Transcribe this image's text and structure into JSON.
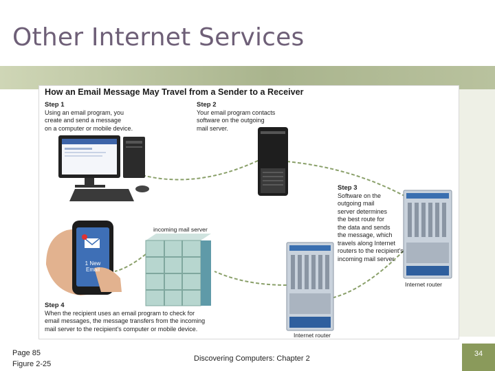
{
  "slide": {
    "title": "Other Internet Services",
    "page_ref": "Page 85",
    "figure_ref": "Figure 2-25",
    "footer": "Discovering Computers: Chapter 2",
    "page_number": "34"
  },
  "figure": {
    "title": "How an Email Message May Travel from a Sender to a Receiver",
    "steps": [
      {
        "label": "Step 1",
        "text": [
          "Using an email program, you",
          "create and send a message",
          "on a computer or mobile device."
        ]
      },
      {
        "label": "Step 2",
        "text": [
          "Your email program contacts",
          "software on the outgoing",
          "mail server."
        ]
      },
      {
        "label": "Step 3",
        "text": [
          "Software on the",
          "outgoing mail",
          "server determines",
          "the best route for",
          "the data and sends",
          "the message, which",
          "travels along Internet",
          "routers to the recipient's",
          "incoming mail server."
        ]
      },
      {
        "label": "Step 4",
        "text": [
          "When the recipient uses an email program to check for",
          "email messages, the message transfers from the incoming",
          "mail server to the recipient's computer or mobile device."
        ]
      }
    ],
    "labels": {
      "incoming_server": "incoming mail server",
      "router_right": "Internet router",
      "router_bottom": "Internet router",
      "phone_text": [
        "1 New",
        "Email"
      ]
    }
  },
  "colors": {
    "title": "#6e5f77",
    "band": "#a9b48d",
    "accent": "#8a9a5b",
    "route": "#8aa06a"
  }
}
